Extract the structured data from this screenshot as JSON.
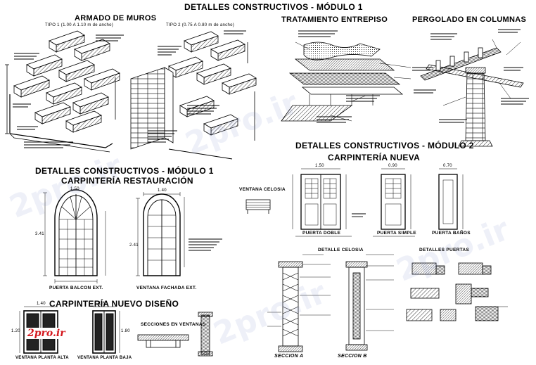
{
  "drawing": {
    "main_title": "DETALLES CONSTRUCTIVOS - MÓDULO 1",
    "left_title": "DETALLES CONSTRUCTIVOS - MÓDULO 1",
    "right_title": "DETALLES CONSTRUCTIVOS - MÓDULO 2"
  },
  "sections": {
    "armado_muros": "ARMADO DE MUROS",
    "tratamiento_entrepiso": "TRATAMIENTO ENTREPISO",
    "pergolado": "PERGOLADO EN COLUMNAS",
    "carpinteria_restauracion": "CARPINTERÍA RESTAURACIÓN",
    "carpinteria_nueva": "CARPINTERÍA NUEVA",
    "carpinteria_nuevo_diseno": "CARPINTERÍA NUEVO DISEÑO"
  },
  "captions": {
    "tipo1": "TIPO 1 (1.00 A 1.10 m de ancho)",
    "tipo2": "TIPO 2 (0.75 A 0.80 m de ancho)",
    "puerta_balcon": "PUERTA BALCON EXT.",
    "ventana_fachada": "VENTANA FACHADA EXT.",
    "ventana_celosia": "VENTANA CELOSIA",
    "puerta_doble": "PUERTA DOBLE",
    "puerta_simple": "PUERTA SIMPLE",
    "puerta_banos": "PUERTA BAÑOS",
    "detalle_celosia": "DETALLE CELOSIA",
    "detalles_puertas": "DETALLES PUERTAS",
    "secciones_ventanas": "SECCIONES EN VENTANAS",
    "ventana_alta": "VENTANA PLANTA ALTA",
    "ventana_baja": "VENTANA PLANTA BAJA",
    "seccion_a": "SECCION A",
    "seccion_b": "SECCION B"
  },
  "dimensions": {
    "balcon_width": "1.50",
    "balcon_height": "3.41",
    "fachada_width": "1.40",
    "fachada_height": "2.41",
    "doble_width": "1.50",
    "simple_width": "0.90",
    "banos_width": "0.70",
    "alta_width": "1.40",
    "baja_width": "1.60",
    "alta_height": "1.20",
    "baja_height": "1.80"
  },
  "watermark": {
    "text": "2pro.ir",
    "logo": "2pro.ir",
    "logo_color": "#d4171d"
  },
  "colors": {
    "ink": "#000000",
    "paper": "#ffffff",
    "watermark": "#8ca0d0",
    "logo": "#d4171d"
  }
}
